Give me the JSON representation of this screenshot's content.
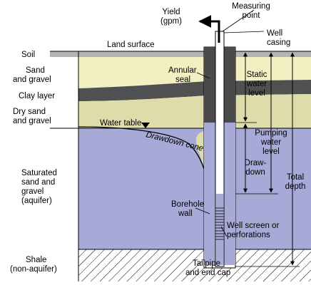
{
  "labels": {
    "yield": [
      "Yield",
      "(gpm)"
    ],
    "measuring_point": [
      "Measuring",
      "point"
    ],
    "well_casing": [
      "Well",
      "casing"
    ],
    "land_surface": "Land surface",
    "soil": "Soil",
    "sand_gravel": [
      "Sand",
      "and gravel"
    ],
    "clay_layer": "Clay layer",
    "dry_sand": [
      "Dry sand",
      "and gravel"
    ],
    "water_table": "Water table",
    "drawdown_cone": "Drawdown cone",
    "saturated": [
      "Saturated",
      "sand and",
      "gravel",
      "(aquifer)"
    ],
    "shale": [
      "Shale",
      "(non-aquifer)"
    ],
    "annular_seal": [
      "Annular",
      "seal"
    ],
    "static_water_level": [
      "Static",
      "water",
      "level"
    ],
    "pumping_water_level": [
      "Pumping",
      "water",
      "level"
    ],
    "drawdown": [
      "Draw-",
      "down"
    ],
    "total_depth": [
      "Total",
      "depth"
    ],
    "borehole_wall": [
      "Borehole",
      "wall"
    ],
    "well_screen": [
      "Well screen or",
      "perforations"
    ],
    "tailpipe": [
      "Tailpipe",
      "and end cap"
    ]
  },
  "colors": {
    "soil": "#b4b4b4",
    "sand_gravel": "#f2f0c2",
    "clay": "#505050",
    "dry_sand": "#dedcaa",
    "aquifer": "#a7a9d7",
    "shale": "#ffffff",
    "casing_dark": "#4a4a4a",
    "well_water": "#a7a9d7"
  }
}
